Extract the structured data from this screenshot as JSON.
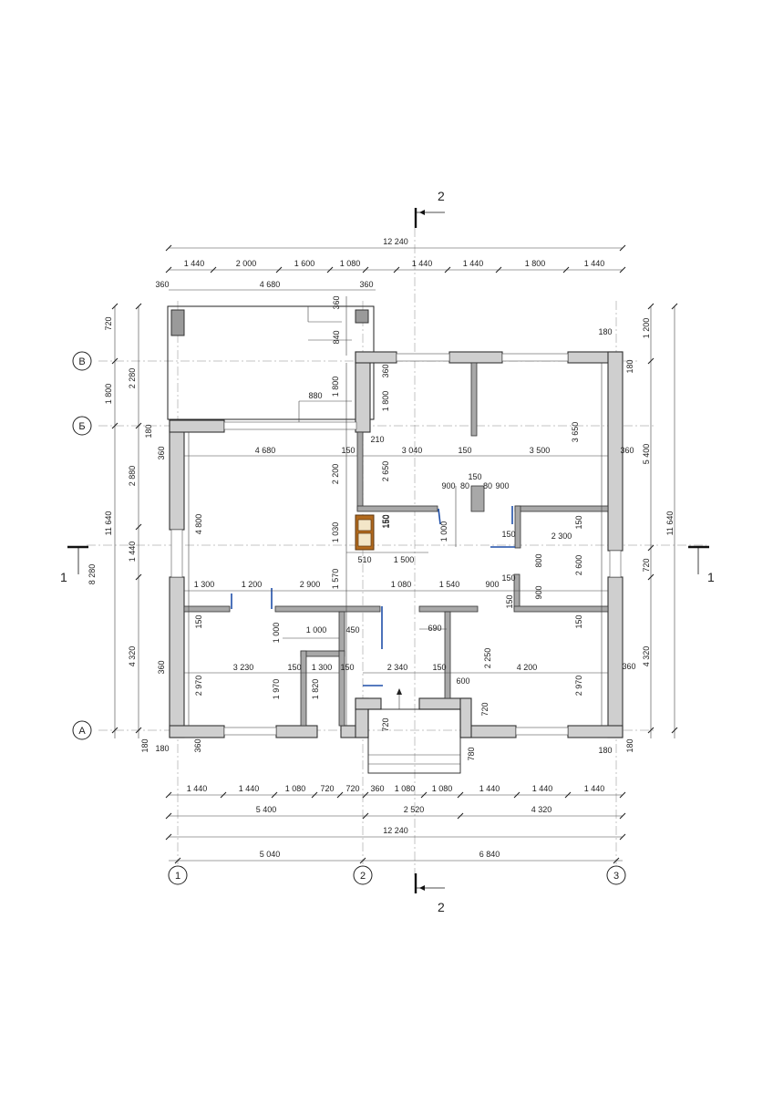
{
  "sections": {
    "s2_top": "2",
    "s2_bottom": "2",
    "s1_left": "1",
    "s1_right": "1"
  },
  "axes": {
    "row_v": "В",
    "row_b": "Б",
    "row_a": "А",
    "col_1": "1",
    "col_2": "2",
    "col_3": "3"
  },
  "dims": {
    "top_total": "12 240",
    "top_row": [
      "1 440",
      "2 000",
      "1 600",
      "1 080",
      "1 440",
      "1 440",
      "1 800",
      "1 440"
    ],
    "porch": [
      "360",
      "4 680",
      "360",
      "360",
      "840"
    ],
    "bottom_row1": [
      "1 440",
      "1 440",
      "1 080",
      "720",
      "720",
      "360",
      "1 080",
      "1 080",
      "1 440",
      "1 440",
      "1 440"
    ],
    "bottom_row2": [
      "5 400",
      "2 520",
      "4 320"
    ],
    "bottom_total": "12 240",
    "axis_spacing": [
      "5 040",
      "6 840"
    ],
    "left_outer": [
      "720",
      "1 800",
      "11 640",
      "8 280"
    ],
    "left_inner": [
      "2 280",
      "2 880",
      "1 440",
      "4 320"
    ],
    "left_small": [
      "180",
      "360",
      "360",
      "180",
      "180",
      "360"
    ],
    "right_outer": [
      "1 200",
      "5 400",
      "11 640",
      "720",
      "4 320"
    ],
    "right_small": [
      "180",
      "180",
      "180",
      "180",
      "360",
      "360"
    ],
    "interior": [
      "880",
      "1 800",
      "1 800",
      "360",
      "210",
      "150",
      "4 680",
      "3 040",
      "150",
      "3 500",
      "3 650",
      "2 200",
      "2 650",
      "900",
      "80",
      "150",
      "80",
      "900",
      "4 800",
      "1 030",
      "150",
      "1 000",
      "150",
      "2 300",
      "510",
      "1 500",
      "1 570",
      "800",
      "2 600",
      "150",
      "1 300",
      "1 200",
      "2 900",
      "1 080",
      "1 540",
      "900",
      "150",
      "900",
      "150",
      "150",
      "1 000",
      "1 000",
      "450",
      "690",
      "3 230",
      "150",
      "1 300",
      "150",
      "2 340",
      "150",
      "2 250",
      "4 200",
      "2 970",
      "1 970",
      "1 820",
      "600",
      "2 970",
      "720",
      "720",
      "780",
      "150",
      "150"
    ]
  }
}
